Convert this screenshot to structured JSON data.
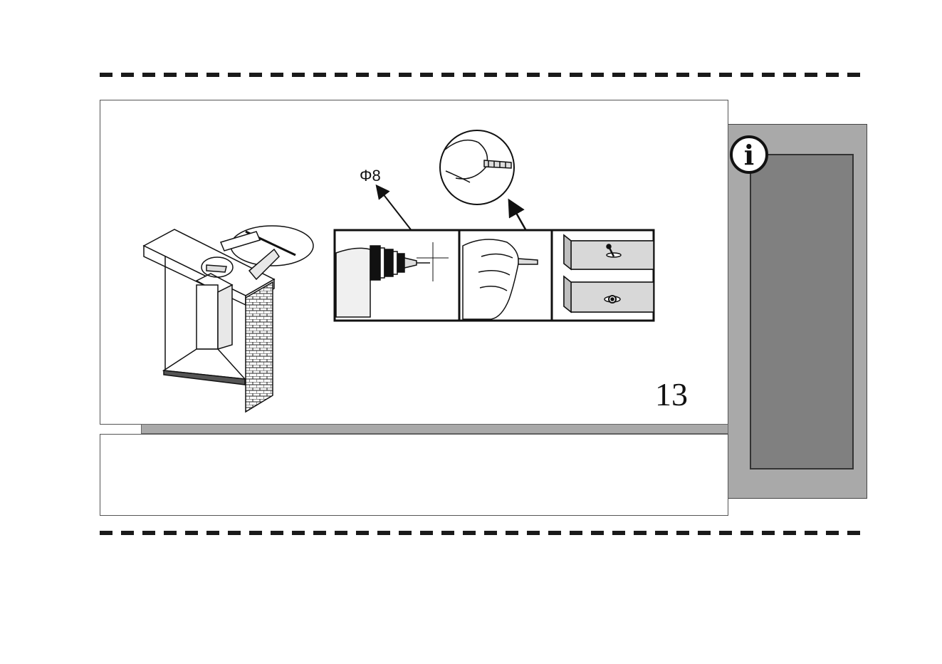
{
  "page": {
    "number": "13",
    "info_icon": "i"
  },
  "diagram": {
    "drill_label": "Φ8"
  },
  "colors": {
    "panel_gray": "#a9a9a9",
    "panel_dark": "#808080",
    "line": "#111111"
  },
  "icons": [
    "info-icon",
    "drill-icon",
    "hand-icon",
    "screw-icon"
  ]
}
